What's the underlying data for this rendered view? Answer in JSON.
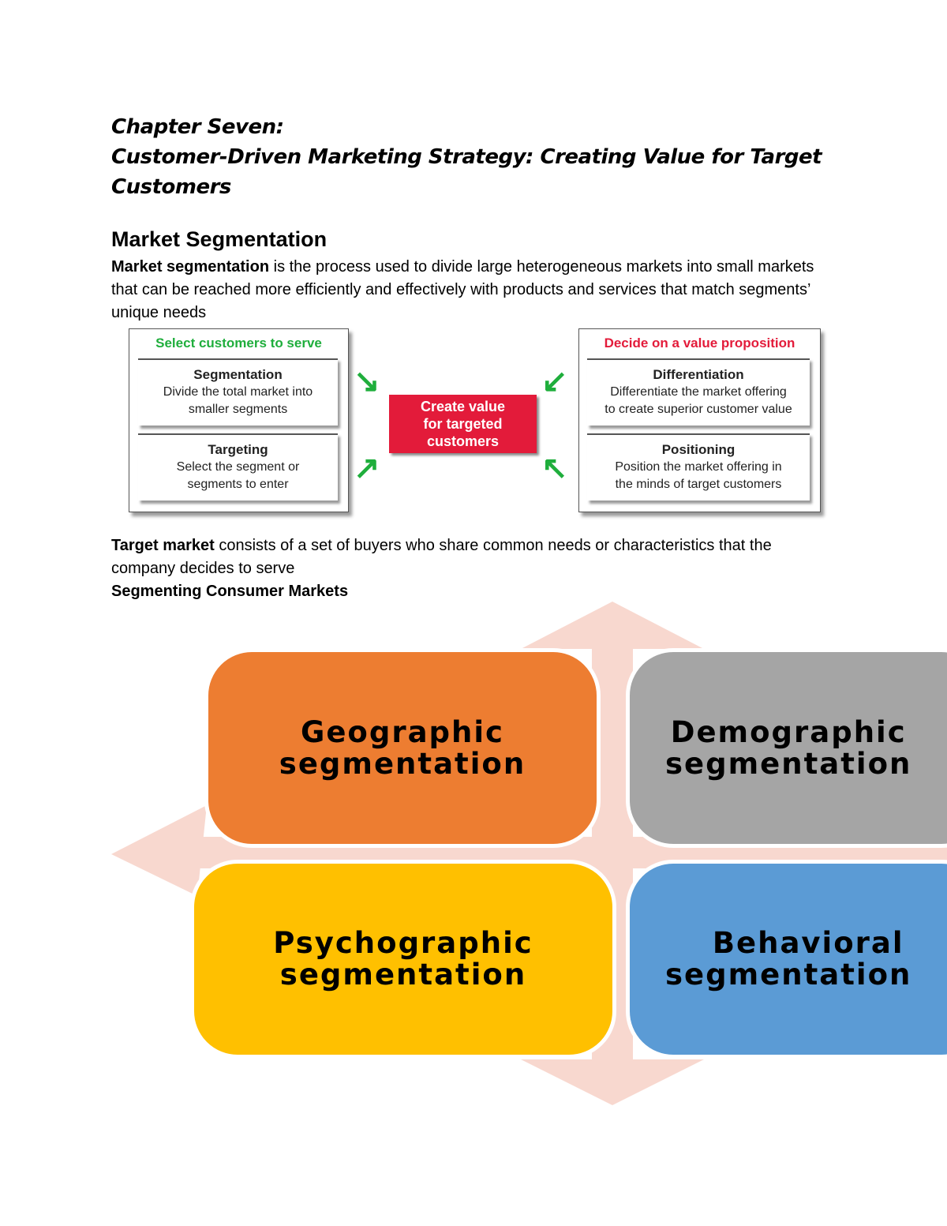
{
  "title": {
    "line1": "Chapter Seven:",
    "line2": "Customer-Driven Marketing Strategy: Creating Value for Target",
    "line3": "Customers"
  },
  "section_heading": "Market Segmentation",
  "definition": {
    "term": "Market segmentation",
    "text": " is the process used to divide large heterogeneous markets into small markets that can be reached more efficiently and effectively with products and services that match segments’ unique needs"
  },
  "diagram": {
    "left_header": "Select customers to serve",
    "left_header_color": "#1fae3c",
    "right_header": "Decide on a value proposition",
    "right_header_color": "#e31b3a",
    "center_line1": "Create value",
    "center_line2": "for targeted",
    "center_line3": "customers",
    "center_color": "#e31b3a",
    "boxes": [
      {
        "title": "Segmentation",
        "line1": "Divide the total market into",
        "line2": "smaller segments"
      },
      {
        "title": "Targeting",
        "line1": "Select the segment or",
        "line2": "segments to enter"
      },
      {
        "title": "Differentiation",
        "line1": "Differentiate the market offering",
        "line2": "to create superior customer value"
      },
      {
        "title": "Positioning",
        "line1": "Position the market offering in",
        "line2": "the minds of target customers"
      }
    ]
  },
  "target_market": {
    "term": "Target market",
    "text": " consists of a set of buyers who share common needs or characteristics that the company decides to serve"
  },
  "subheading": "Segmenting Consumer Markets",
  "quadrants": [
    {
      "line1": "Geographic",
      "line2": "segmentation",
      "color": "#ed7d31"
    },
    {
      "line1": "Demographic",
      "line2": "segmentation",
      "color": "#a5a5a5"
    },
    {
      "line1": "Psychographic",
      "line2": "segmentation",
      "color": "#ffc000"
    },
    {
      "line1": "Behavioral",
      "line2": "segmentation",
      "color": "#5b9bd5"
    }
  ]
}
